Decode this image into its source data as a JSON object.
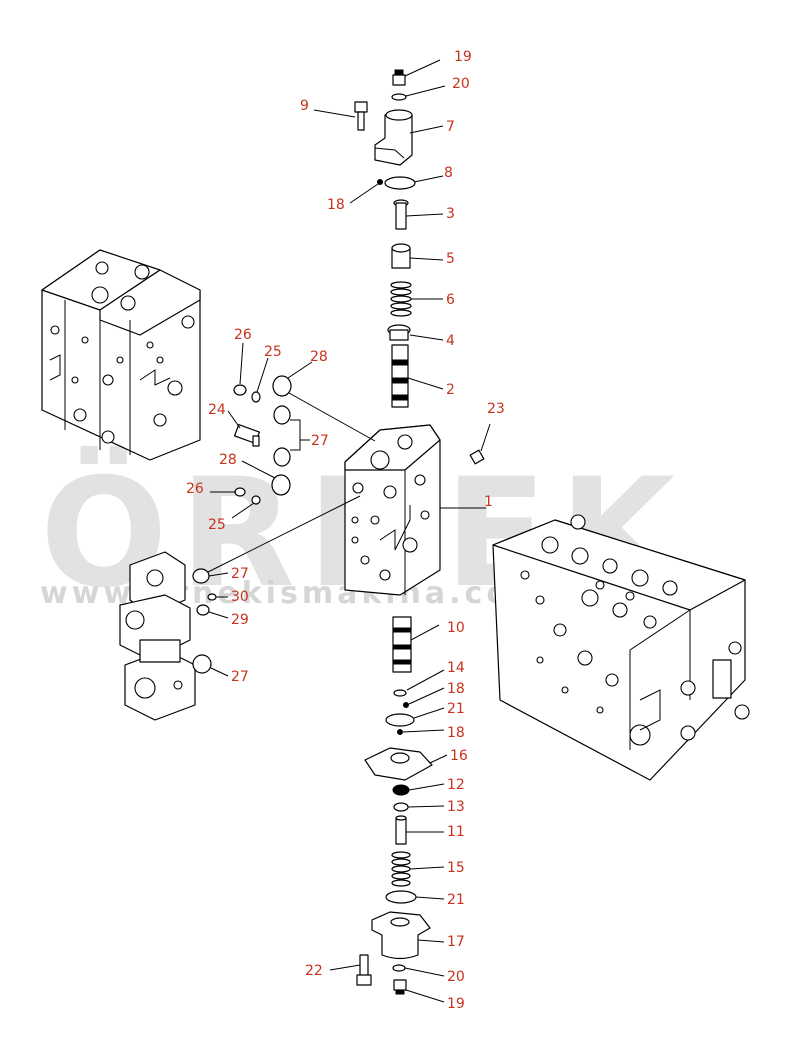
{
  "watermark": {
    "brand": "ÖRNEK",
    "url": "www.ornekismakina.com.tr",
    "color": "#d8d8d8"
  },
  "callout_color": "#c8321e",
  "callouts": {
    "c1": "1",
    "c2": "2",
    "c3": "3",
    "c4": "4",
    "c5": "5",
    "c6": "6",
    "c7": "7",
    "c8": "8",
    "c9": "9",
    "c10": "10",
    "c11": "11",
    "c12": "12",
    "c13": "13",
    "c14": "14",
    "c15": "15",
    "c16": "16",
    "c17": "17",
    "c18a": "18",
    "c18b": "18",
    "c18c": "18",
    "c19a": "19",
    "c19b": "19",
    "c20a": "20",
    "c20b": "20",
    "c21a": "21",
    "c21b": "21",
    "c22": "22",
    "c23": "23",
    "c24": "24",
    "c25a": "25",
    "c25b": "25",
    "c26a": "26",
    "c26b": "26",
    "c27a": "27",
    "c27b": "27",
    "c27c": "27",
    "c28a": "28",
    "c28b": "28",
    "c29": "29",
    "c30": "30"
  }
}
